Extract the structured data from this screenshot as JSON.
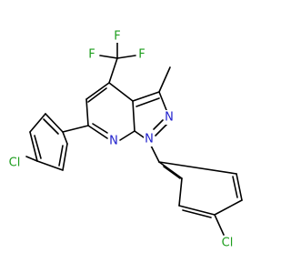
{
  "molecule": {
    "atoms": {
      "fluorine_top": "F",
      "fluorine_left": "F",
      "fluorine_right": "F",
      "nitrogen_pyridine": "N",
      "nitrogen_pyrazole_2": "N",
      "nitrogen_pyrazole_1": "N",
      "chlorine_left": "Cl",
      "chlorine_bottom": "Cl"
    },
    "colors": {
      "bond": "#000000",
      "carbon": "#000000",
      "nitrogen": "#1f1fcc",
      "halogen": "#1e9e1e"
    }
  }
}
